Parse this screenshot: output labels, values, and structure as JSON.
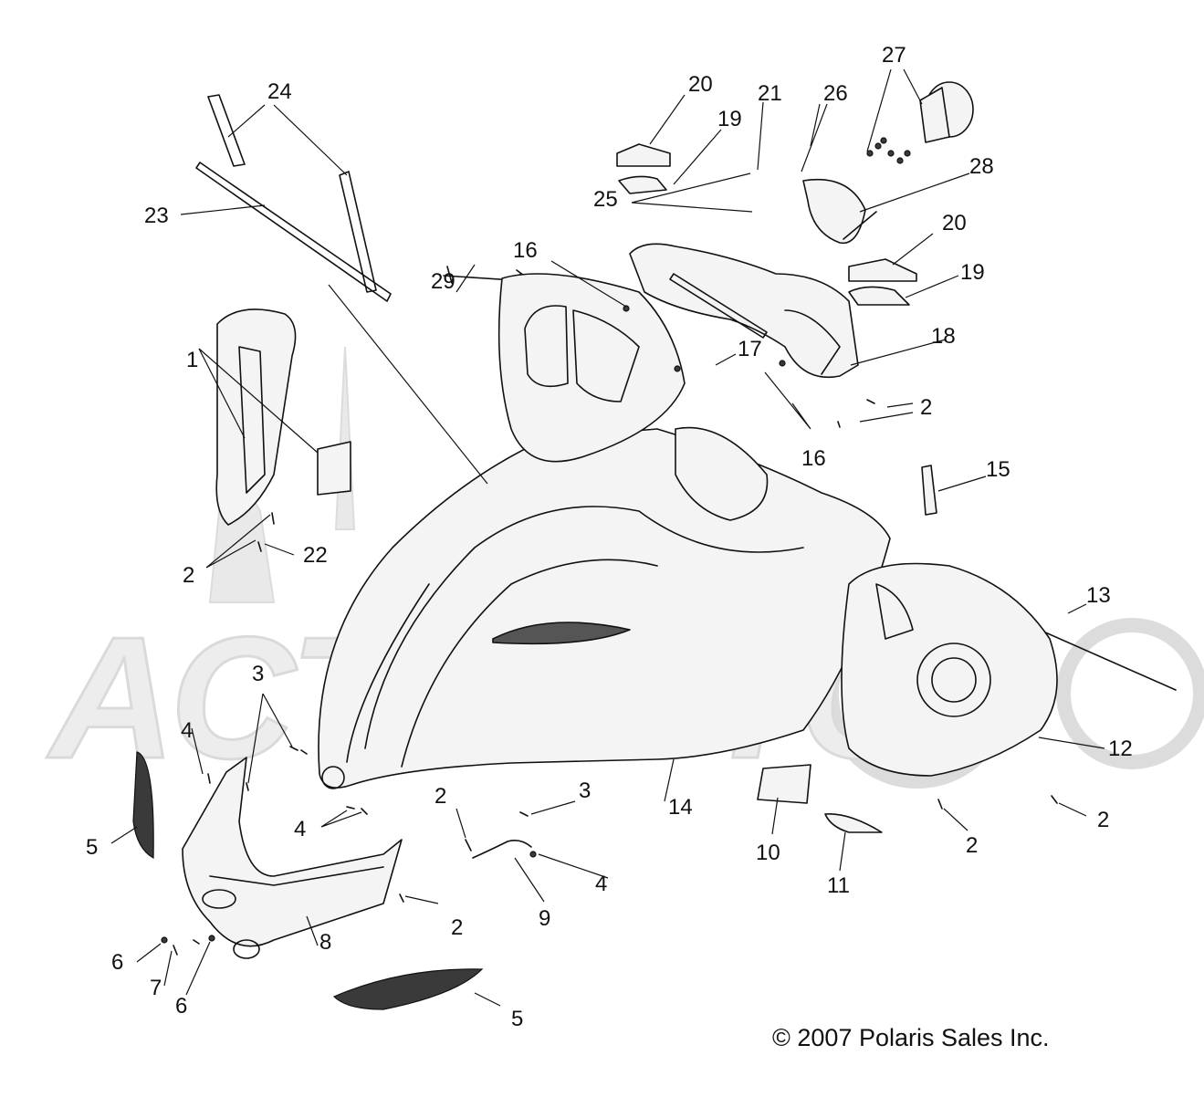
{
  "callouts": {
    "c1": "1",
    "c2": "2",
    "c3": "3",
    "c4": "4",
    "c5": "5",
    "c6": "6",
    "c7": "7",
    "c8": "8",
    "c9": "9",
    "c10": "10",
    "c11": "11",
    "c12": "12",
    "c13": "13",
    "c14": "14",
    "c15": "15",
    "c16": "16",
    "c17": "17",
    "c18": "18",
    "c19": "19",
    "c20": "20",
    "c21": "21",
    "c22": "22",
    "c23": "23",
    "c24": "24",
    "c25": "25",
    "c26": "26",
    "c27": "27",
    "c28": "28",
    "c29": "29"
  },
  "copyright": "© 2007 Polaris Sales Inc.",
  "watermark": "ACTIMOTO"
}
